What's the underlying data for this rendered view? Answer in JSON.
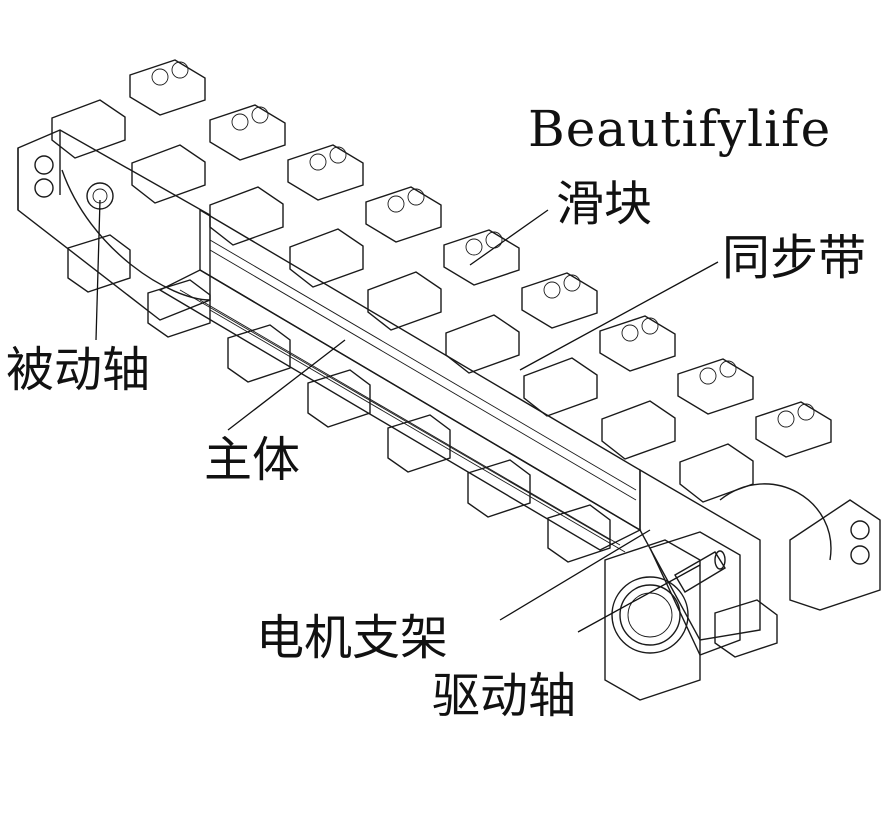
{
  "brand": "Beautifylife",
  "labels": {
    "slider": "滑块",
    "timing_belt": "同步带",
    "passive_shaft": "被动轴",
    "main_body": "主体",
    "motor_bracket": "电机支架",
    "drive_shaft": "驱动轴"
  },
  "colors": {
    "line": "#1a1a1a",
    "background": "#ffffff"
  }
}
